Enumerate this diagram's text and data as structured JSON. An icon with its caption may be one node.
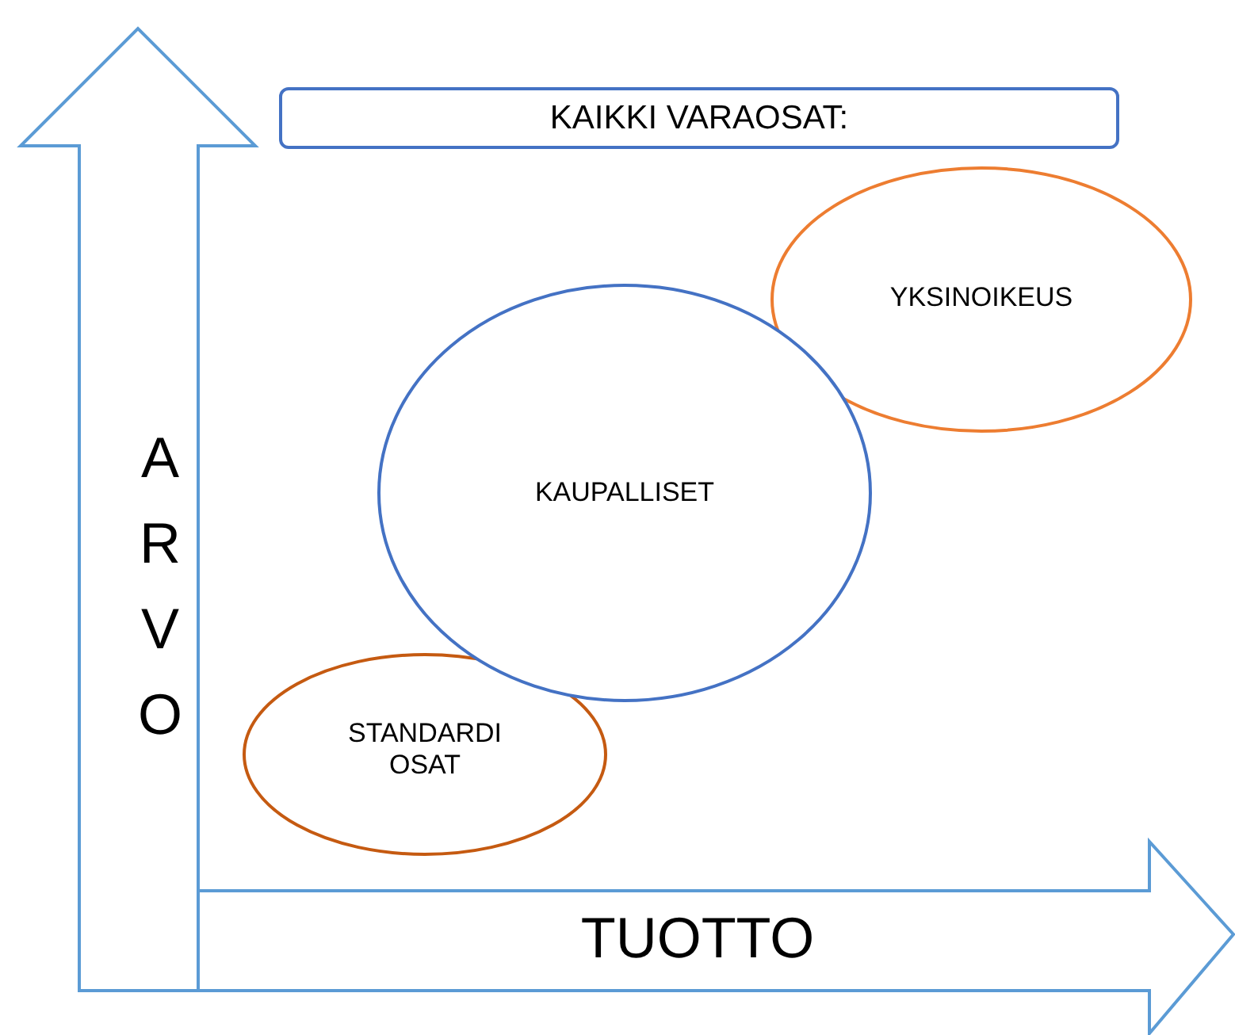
{
  "diagram": {
    "nodes": [
      {
        "text": [
          "ARVO"
        ]
      },
      {
        "text": [
          "KAIKKI VARAOSAT:"
        ]
      },
      {
        "text": [
          "YKSINOIKEUS"
        ]
      },
      {
        "text": [
          "KAUPALLISET"
        ]
      },
      {
        "text": [
          "STANDARDI OSAT"
        ]
      },
      {
        "text": [
          "TUOTTO"
        ]
      }
    ]
  }
}
